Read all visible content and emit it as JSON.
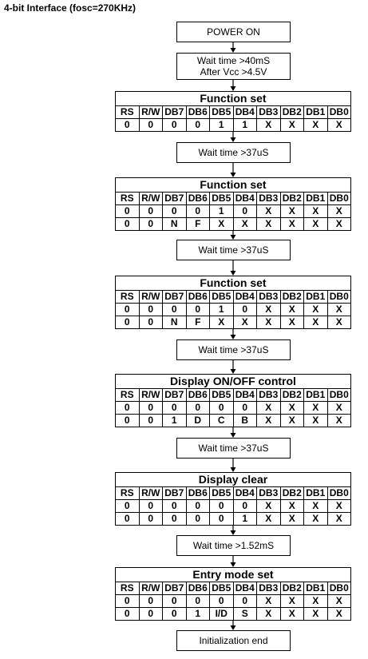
{
  "title": "4-bit Interface (fosc=270KHz)",
  "columns": [
    "RS",
    "R/W",
    "DB7",
    "DB6",
    "DB5",
    "DB4",
    "DB3",
    "DB2",
    "DB1",
    "DB0"
  ],
  "boxes": {
    "power_on": [
      "POWER ON"
    ],
    "wait_1": [
      "Wait time >40mS",
      "After Vcc >4.5V"
    ],
    "wait_2": [
      "Wait time >37uS"
    ],
    "wait_3": [
      "Wait time >37uS"
    ],
    "wait_4": [
      "Wait time >37uS"
    ],
    "wait_5": [
      "Wait time >37uS"
    ],
    "wait_6": [
      "Wait time >1.52mS"
    ],
    "end": [
      "Initialization end"
    ]
  },
  "tables": [
    {
      "name": "Function set",
      "rows": [
        [
          "0",
          "0",
          "0",
          "0",
          "1",
          "1",
          "X",
          "X",
          "X",
          "X"
        ]
      ]
    },
    {
      "name": "Function set",
      "rows": [
        [
          "0",
          "0",
          "0",
          "0",
          "1",
          "0",
          "X",
          "X",
          "X",
          "X"
        ],
        [
          "0",
          "0",
          "N",
          "F",
          "X",
          "X",
          "X",
          "X",
          "X",
          "X"
        ]
      ]
    },
    {
      "name": "Function set",
      "rows": [
        [
          "0",
          "0",
          "0",
          "0",
          "1",
          "0",
          "X",
          "X",
          "X",
          "X"
        ],
        [
          "0",
          "0",
          "N",
          "F",
          "X",
          "X",
          "X",
          "X",
          "X",
          "X"
        ]
      ]
    },
    {
      "name": "Display ON/OFF control",
      "rows": [
        [
          "0",
          "0",
          "0",
          "0",
          "0",
          "0",
          "X",
          "X",
          "X",
          "X"
        ],
        [
          "0",
          "0",
          "1",
          "D",
          "C",
          "B",
          "X",
          "X",
          "X",
          "X"
        ]
      ]
    },
    {
      "name": "Display clear",
      "rows": [
        [
          "0",
          "0",
          "0",
          "0",
          "0",
          "0",
          "X",
          "X",
          "X",
          "X"
        ],
        [
          "0",
          "0",
          "0",
          "0",
          "0",
          "1",
          "X",
          "X",
          "X",
          "X"
        ]
      ]
    },
    {
      "name": "Entry mode set",
      "rows": [
        [
          "0",
          "0",
          "0",
          "0",
          "0",
          "0",
          "X",
          "X",
          "X",
          "X"
        ],
        [
          "0",
          "0",
          "0",
          "1",
          "I/D",
          "S",
          "X",
          "X",
          "X",
          "X"
        ]
      ]
    }
  ]
}
